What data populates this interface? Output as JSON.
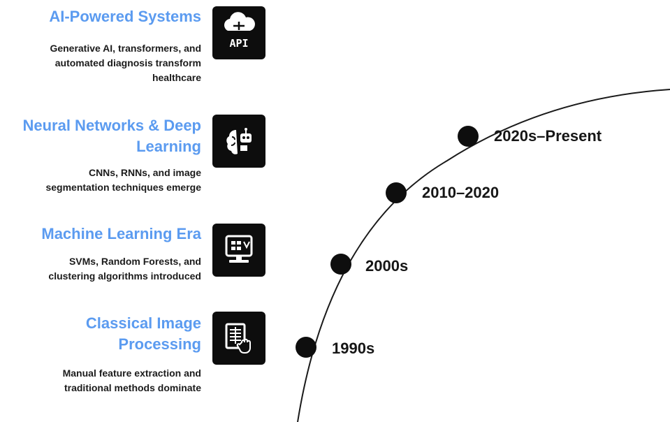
{
  "entries": [
    {
      "title": "AI-Powered Systems",
      "description_lines": [
        "Generative AI, transformers, and",
        "automated diagnosis transform",
        "healthcare"
      ],
      "icon": "cloud-api-icon",
      "icon_text": "API"
    },
    {
      "title_lines": [
        "Neural Networks & Deep",
        "Learning"
      ],
      "description_lines": [
        "CNNs, RNNs, and image",
        "segmentation techniques emerge"
      ],
      "icon": "brain-robot-icon"
    },
    {
      "title": "Machine Learning Era",
      "description_lines": [
        "SVMs, Random Forests, and",
        "clustering algorithms introduced"
      ],
      "icon": "computer-monitor-icon"
    },
    {
      "title_lines": [
        "Classical Image",
        "Processing"
      ],
      "description_lines": [
        "Manual feature extraction and",
        "traditional methods dominate"
      ],
      "icon": "xray-hand-icon"
    }
  ],
  "timeline": {
    "eras": [
      "2020s–Present",
      "2010–2020",
      "2000s",
      "1990s"
    ]
  },
  "colors": {
    "title": "#5b9bf0",
    "text": "#1b1b1b",
    "icon_bg": "#0d0d0d",
    "dot": "#0e0e0e"
  }
}
